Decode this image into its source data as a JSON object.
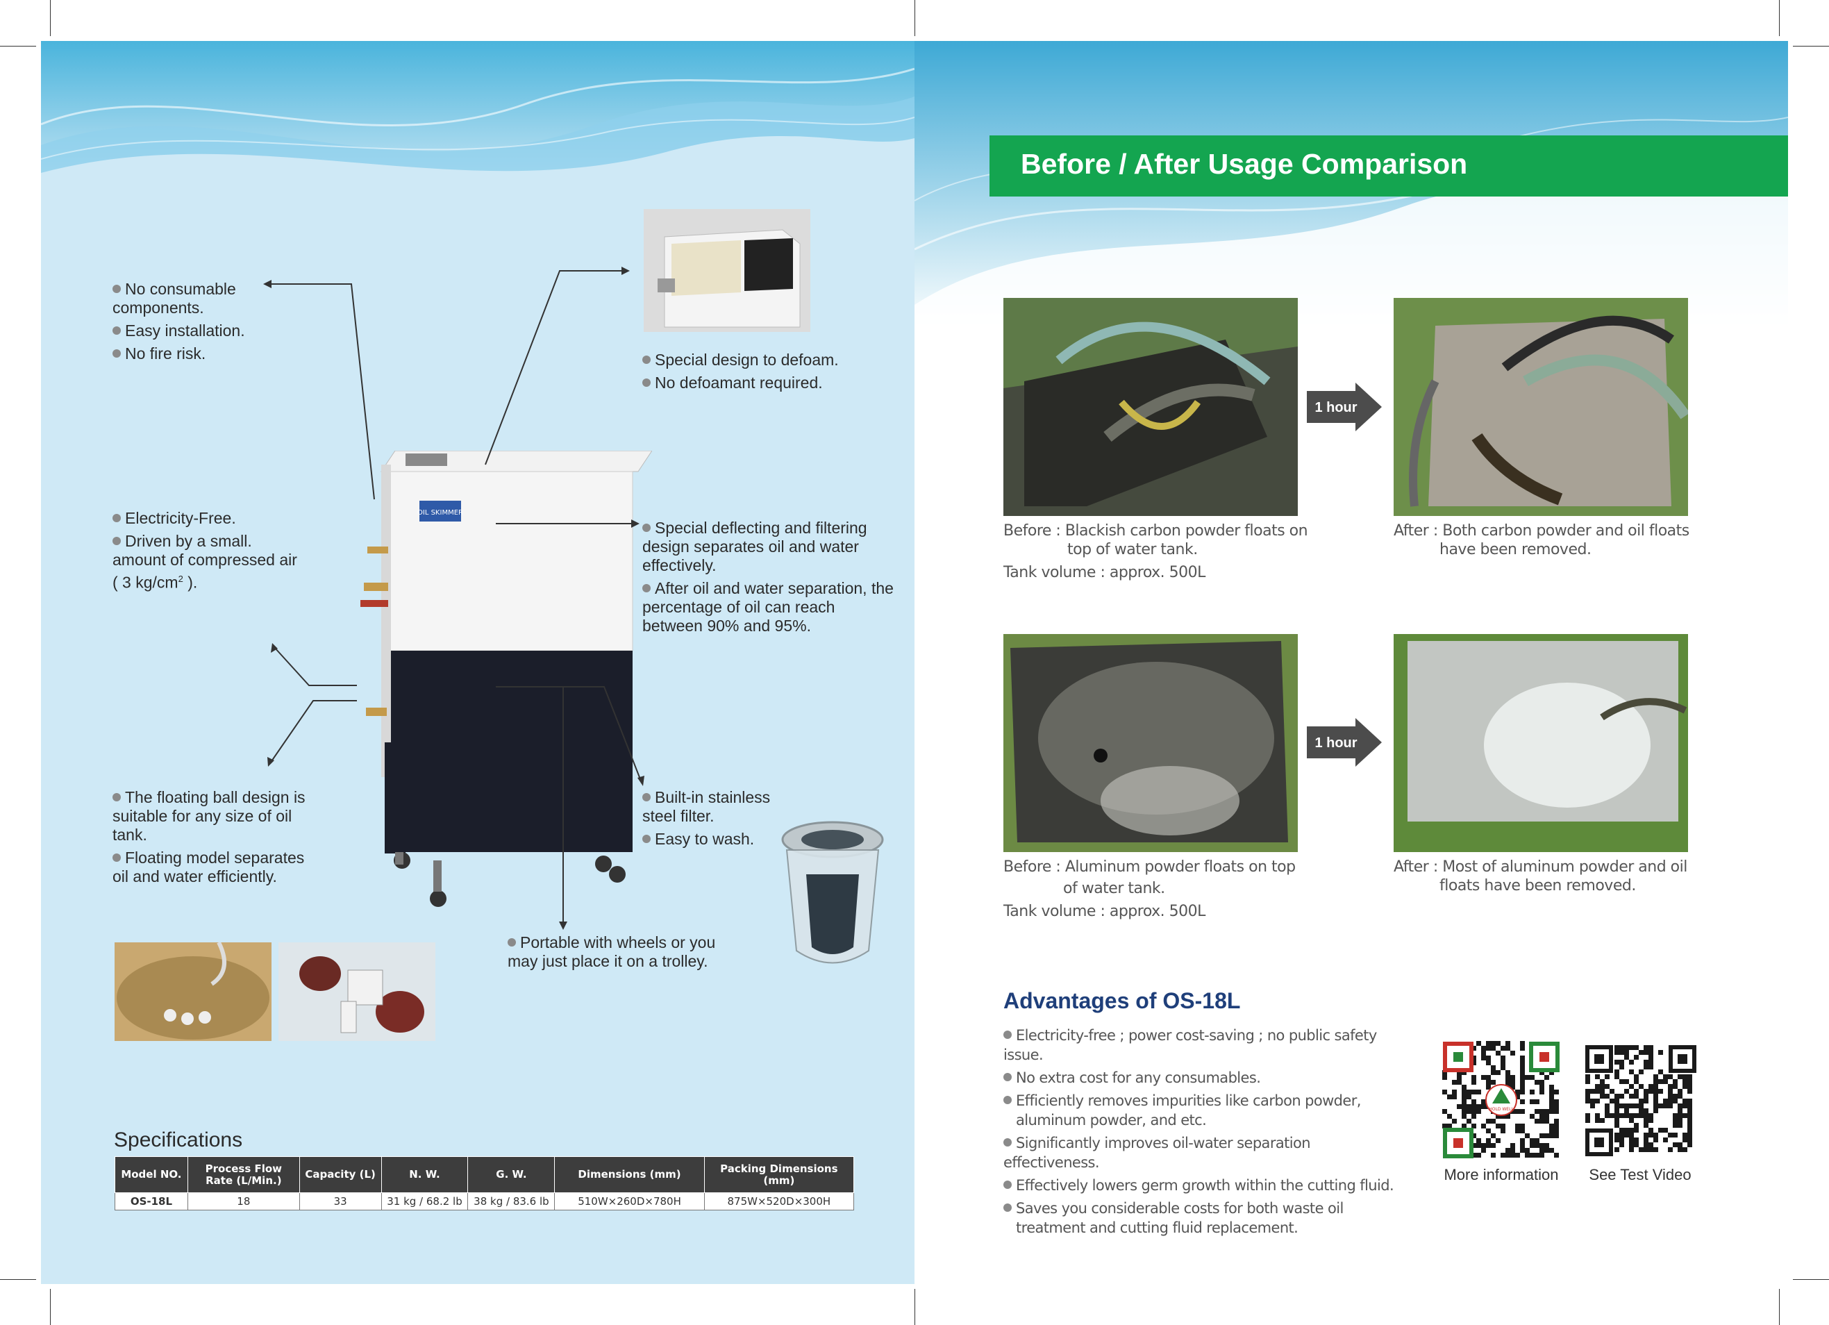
{
  "left": {
    "features": {
      "top_left": [
        "No consumable components.",
        "Easy installation.",
        "No fire risk."
      ],
      "top_right": [
        "Special design to defoam.",
        "No defoamant required."
      ],
      "mid_left": [
        "Electricity-Free.",
        "Driven by a small. amount of compressed air ( 3 kg/cm",
        "2",
        " )."
      ],
      "mid_right": [
        "Special deflecting and filtering design separates oil and water effectively.",
        "After oil and water separation, the percentage of oil can reach between 90% and 95%."
      ],
      "bottom_left": [
        "The floating ball design is suitable for any size of oil tank.",
        "Floating model separates oil and water efficiently."
      ],
      "bottom_right": [
        "Built-in stainless steel filter.",
        "Easy to wash."
      ],
      "bottom_center": [
        "Portable with wheels or you may just place it on a trolley."
      ]
    },
    "machine_label": "OIL SKIMMER",
    "specifications": {
      "title": "Specifications",
      "headers": [
        "Model NO.",
        "Process Flow Rate (L/Min.)",
        "Capacity (L)",
        "N. W.",
        "G. W.",
        "Dimensions (mm)",
        "Packing Dimensions (mm)"
      ],
      "rows": [
        [
          "OS-18L",
          "18",
          "33",
          "31 kg / 68.2 lb",
          "38 kg / 83.6 lb",
          "510W×260D×780H",
          "875W×520D×300H"
        ]
      ]
    }
  },
  "right": {
    "title": "Before / After Usage Comparison",
    "arrow_label": "1 hour",
    "comparisons": [
      {
        "before_line1": "Before : Blackish carbon powder floats on",
        "before_line2": "top of water tank.",
        "tank": "Tank volume : approx. 500L",
        "after_line1": "After : Both carbon powder and oil floats",
        "after_line2": "have been removed."
      },
      {
        "before_line1": "Before : Aluminum powder floats on top",
        "before_line2": "of water tank.",
        "tank": "Tank volume : approx. 500L",
        "after_line1": "After : Most of aluminum powder and oil",
        "after_line2": "floats have been removed."
      }
    ],
    "advantages": {
      "title": "Advantages of OS-18L",
      "items": [
        "Electricity-free ; power cost-saving ; no public safety issue.",
        "No extra cost for any consumables.",
        "Efficiently removes impurities like carbon powder, aluminum powder, and etc.",
        "Significantly improves oil-water separation effectiveness.",
        "Effectively lowers germ growth within the cutting fluid.",
        "Saves you considerable costs for both waste oil treatment and cutting fluid replacement."
      ]
    },
    "qr": {
      "more_info": "More information",
      "test_video": "See Test Video",
      "logo_text": "HOLD WELL"
    }
  },
  "colors": {
    "green_banner": "#14a550",
    "navy_title": "#1f3f7a",
    "page_blue": "#cfe9f6",
    "wave_blue": "#3aa7d1"
  }
}
